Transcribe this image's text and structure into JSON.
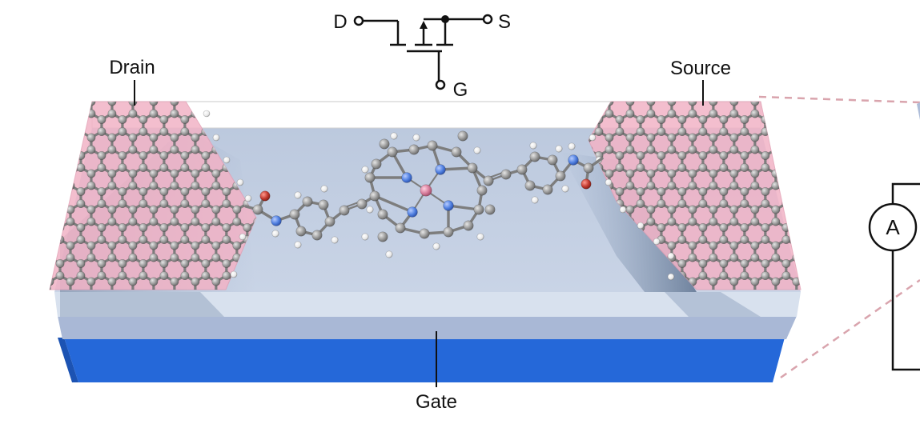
{
  "labels": {
    "drain": "Drain",
    "source": "Source",
    "gate": "Gate",
    "ammeter": "A"
  },
  "symbol": {
    "drain_terminal": "D",
    "source_terminal": "S",
    "gate_terminal": "G"
  },
  "colors": {
    "electrode_fill": "#f2b3c6",
    "gate_blue": "#2568d9",
    "dielectric": "#aebdd9",
    "channel": "#c7d3e6",
    "carbon": "#9a9a9a",
    "nitrogen": "#4f7fe0",
    "oxygen": "#c23a2f",
    "metal_center": "#d67c9a",
    "hydrogen": "#f2f2f2",
    "leader_dash": "#d9a4ad"
  }
}
